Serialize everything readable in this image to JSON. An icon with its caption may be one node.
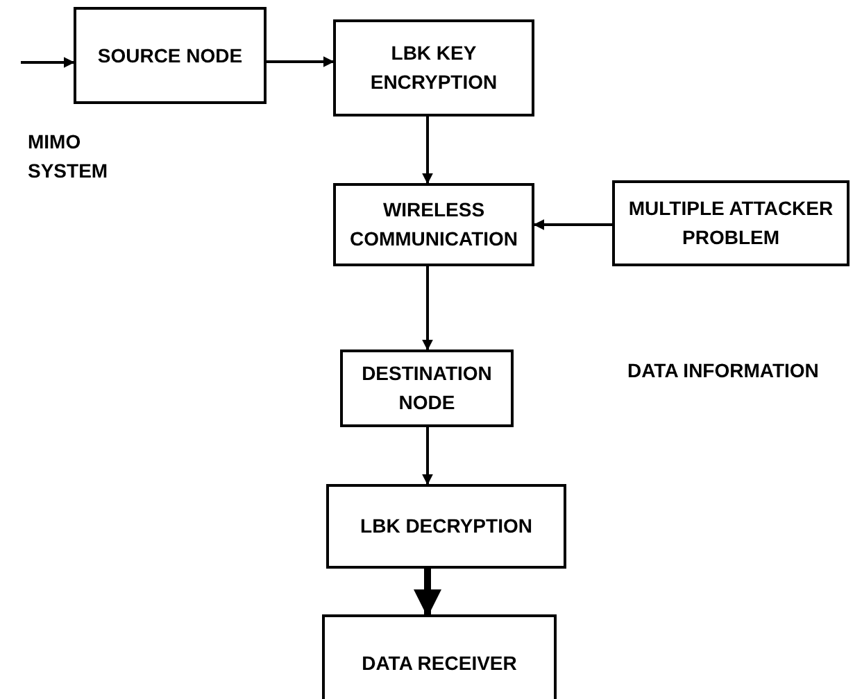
{
  "diagram": {
    "nodes": [
      {
        "text": [
          "SOURCE NODE"
        ]
      },
      {
        "text": [
          "LBK KEY ENCRYPTION"
        ]
      },
      {
        "text": [
          "WIRELESS COMMUNICATION"
        ]
      },
      {
        "text": [
          "MULTIPLE ATTACKER PROBLEM"
        ]
      },
      {
        "text": [
          "DESTINATION NODE"
        ]
      },
      {
        "text": [
          "LBK DECRYPTION"
        ]
      },
      {
        "text": [
          "DATA RECEIVER"
        ]
      }
    ],
    "edges": [
      {
        "from": null,
        "to": 0,
        "arrow": "to"
      },
      {
        "from": 0,
        "to": 1,
        "arrow": "to"
      },
      {
        "from": 1,
        "to": 2,
        "arrow": "to"
      },
      {
        "from": 3,
        "to": 2,
        "arrow": "to"
      },
      {
        "from": 2,
        "to": 4,
        "arrow": "to"
      },
      {
        "from": 4,
        "to": 5,
        "arrow": "to"
      },
      {
        "from": 5,
        "to": 6,
        "arrow": "to",
        "style": "thick"
      }
    ],
    "labels": [
      "MIMO SYSTEM",
      "DATA INFORMATION"
    ]
  }
}
